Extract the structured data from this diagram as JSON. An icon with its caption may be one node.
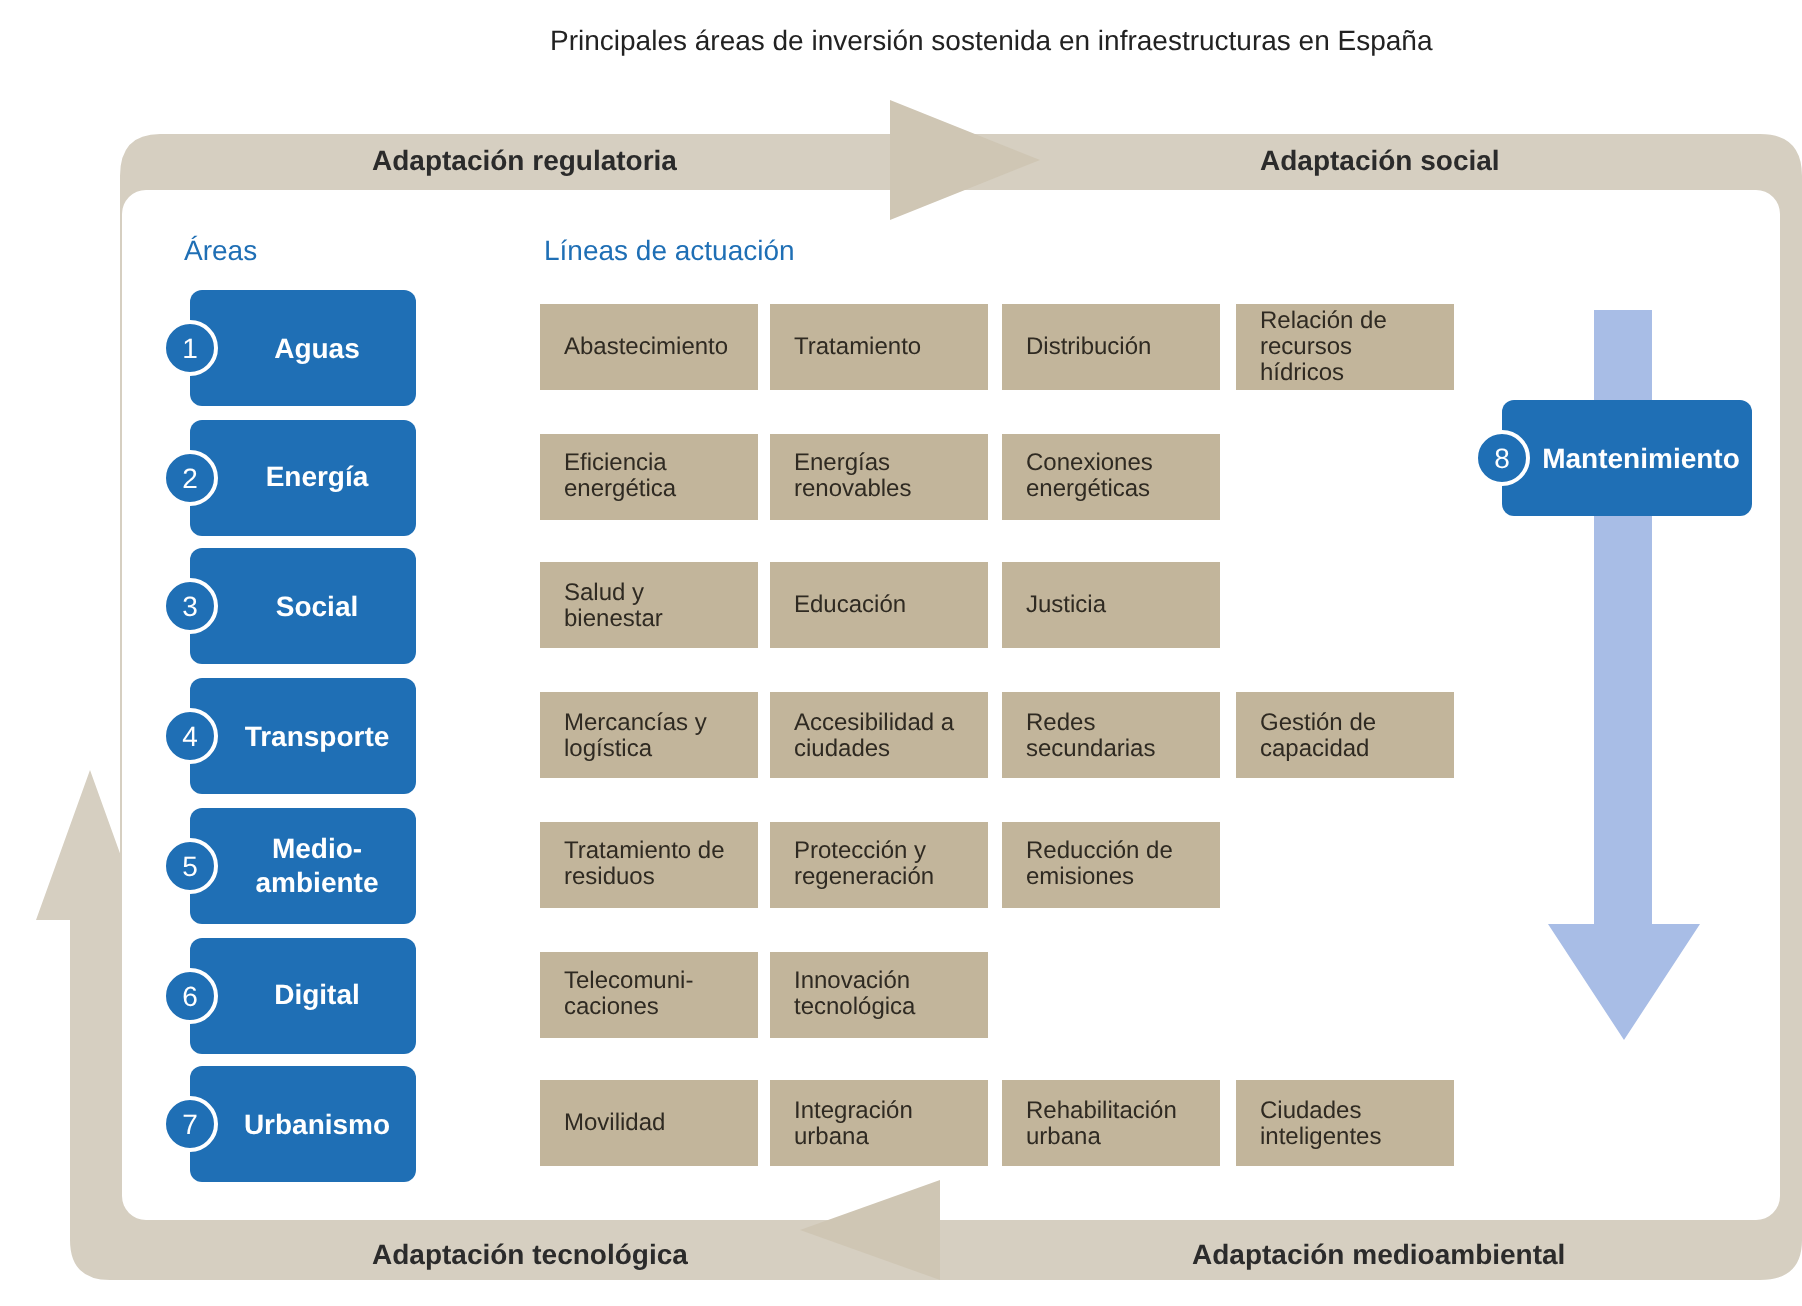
{
  "diagram": {
    "title": "Principales áreas de inversión sostenida en infraestructuras en España",
    "nodes": [
      {
        "text": [
          "1",
          "Aguas"
        ]
      },
      {
        "text": [
          "Abastecimiento"
        ]
      },
      {
        "text": [
          "Tratamiento"
        ]
      },
      {
        "text": [
          "Distribución"
        ]
      },
      {
        "text": [
          "Relación de recursos hídricos"
        ]
      },
      {
        "text": [
          "2",
          "Energía"
        ]
      },
      {
        "text": [
          "Eficiencia energética"
        ]
      },
      {
        "text": [
          "Energías renovables"
        ]
      },
      {
        "text": [
          "Conexiones energéticas"
        ]
      },
      {
        "text": [
          "3",
          "Social"
        ]
      },
      {
        "text": [
          "Salud y bienestar"
        ]
      },
      {
        "text": [
          "Educación"
        ]
      },
      {
        "text": [
          "Justicia"
        ]
      },
      {
        "text": [
          "4",
          "Transporte"
        ]
      },
      {
        "text": [
          "Mercancías y logística"
        ]
      },
      {
        "text": [
          "Accesibilidad a ciudades"
        ]
      },
      {
        "text": [
          "Redes secundarias"
        ]
      },
      {
        "text": [
          "Gestión de capacidad"
        ]
      },
      {
        "text": [
          "5",
          "Medio- ambiente"
        ]
      },
      {
        "text": [
          "Tratamiento de residuos"
        ]
      },
      {
        "text": [
          "Protección y regeneración"
        ]
      },
      {
        "text": [
          "Reducción de emisiones"
        ]
      },
      {
        "text": [
          "6",
          "Digital"
        ]
      },
      {
        "text": [
          "Telecomuni- caciones"
        ]
      },
      {
        "text": [
          "Innovación tecnológica"
        ]
      },
      {
        "text": [
          "7",
          "Urbanismo"
        ]
      },
      {
        "text": [
          "Movilidad"
        ]
      },
      {
        "text": [
          "Integración urbana"
        ]
      },
      {
        "text": [
          "Rehabilitación urbana"
        ]
      },
      {
        "text": [
          "Ciudades inteligentes"
        ]
      },
      {
        "text": [
          "8",
          "Mantenimiento"
        ]
      }
    ],
    "labels": [
      "Adaptación regulatoria",
      "Adaptación social",
      "Áreas",
      "Líneas de actuación",
      "Adaptación tecnológica",
      "Adaptación medioambiental"
    ]
  }
}
